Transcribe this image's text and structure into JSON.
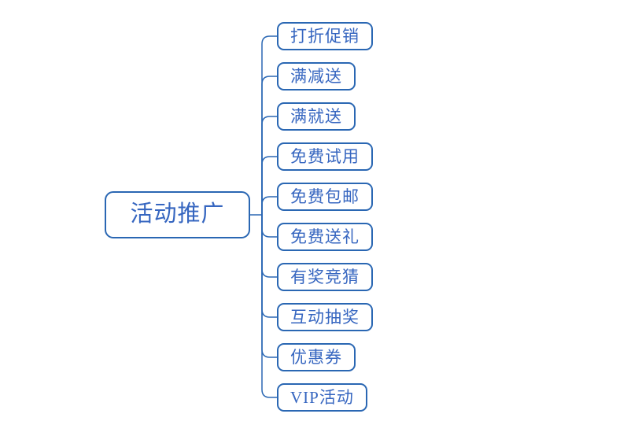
{
  "diagram": {
    "type": "mindmap",
    "root": {
      "label": "活动推广"
    },
    "children": [
      {
        "label": "打折促销"
      },
      {
        "label": "满减送"
      },
      {
        "label": "满就送"
      },
      {
        "label": "免费试用"
      },
      {
        "label": "免费包邮"
      },
      {
        "label": "免费送礼"
      },
      {
        "label": "有奖竞猜"
      },
      {
        "label": "互动抽奖"
      },
      {
        "label": "优惠券"
      },
      {
        "label": "VIP活动"
      }
    ],
    "colors": {
      "line": "#2A67B3",
      "border": "#2A67B3",
      "text": "#3666C0",
      "background": "#FFFFFF"
    }
  }
}
